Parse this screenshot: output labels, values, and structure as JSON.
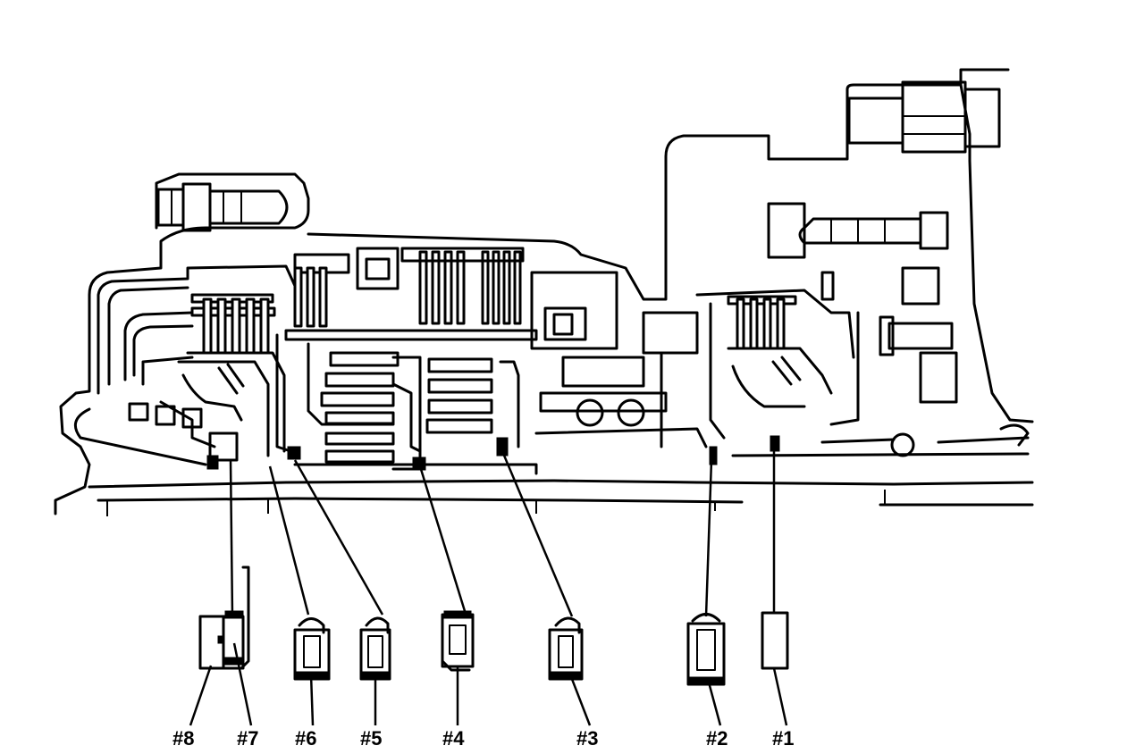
{
  "callouts": [
    {
      "id": "8",
      "label": "#8"
    },
    {
      "id": "7",
      "label": "#7"
    },
    {
      "id": "6",
      "label": "#6"
    },
    {
      "id": "5",
      "label": "#5"
    },
    {
      "id": "4",
      "label": "#4"
    },
    {
      "id": "3",
      "label": "#3"
    },
    {
      "id": "2",
      "label": "#2"
    },
    {
      "id": "1",
      "label": "#1"
    }
  ]
}
